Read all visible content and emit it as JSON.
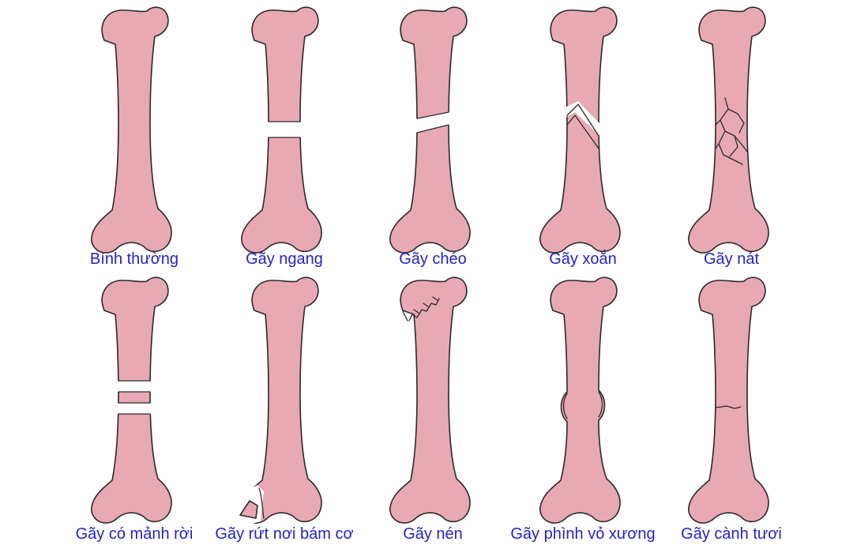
{
  "colors": {
    "bone": "#e8a9b5",
    "outline": "#2a2a2a",
    "label": "#2323c8",
    "background": "#ffffff"
  },
  "panels": [
    {
      "id": "normal",
      "label": "Bình thường"
    },
    {
      "id": "transverse",
      "label": "Gãy ngang"
    },
    {
      "id": "oblique",
      "label": "Gãy chéo"
    },
    {
      "id": "spiral",
      "label": "Gãy xoắn"
    },
    {
      "id": "comminuted",
      "label": "Gãy nát"
    },
    {
      "id": "segmental",
      "label": "Gãy có mảnh rời"
    },
    {
      "id": "avulsion",
      "label": "Gãy rứt nơi bám cơ"
    },
    {
      "id": "compression",
      "label": "Gãy nén"
    },
    {
      "id": "buckle",
      "label": "Gãy phình vỏ xương"
    },
    {
      "id": "greenstick",
      "label": "Gãy cành tươi"
    }
  ]
}
